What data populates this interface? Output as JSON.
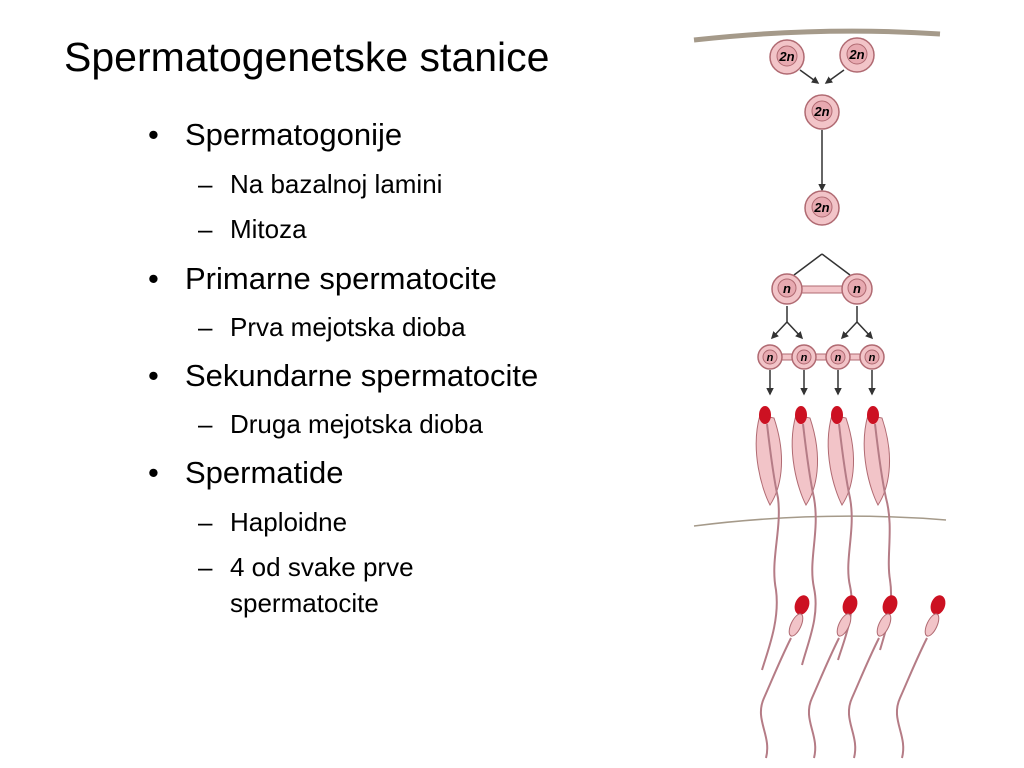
{
  "slide": {
    "title": "Spermatogenetske stanice",
    "bullets": [
      {
        "text": "Spermatogonije",
        "subs": [
          "Na bazalnoj lamini",
          "Mitoza"
        ]
      },
      {
        "text": "Primarne spermatocite",
        "subs": [
          "Prva mejotska dioba"
        ]
      },
      {
        "text": "Sekundarne spermatocite",
        "subs": [
          "Druga mejotska dioba"
        ]
      },
      {
        "text": "Spermatide",
        "subs": [
          "Haploidne",
          "4 od svake prve spermatocite"
        ]
      }
    ],
    "bullet_glyph": "•",
    "sub_glyph": "–"
  },
  "diagram": {
    "label_2n": "2n",
    "label_n": "n",
    "colors": {
      "cell_fill": "#f2c4c8",
      "cell_stroke": "#b06a72",
      "nucleus_fill": "#e7a9b0",
      "arrow": "#333333",
      "membrane": "#a59a8a",
      "acrosome": "#cc1122",
      "tail": "#b57c86"
    }
  }
}
